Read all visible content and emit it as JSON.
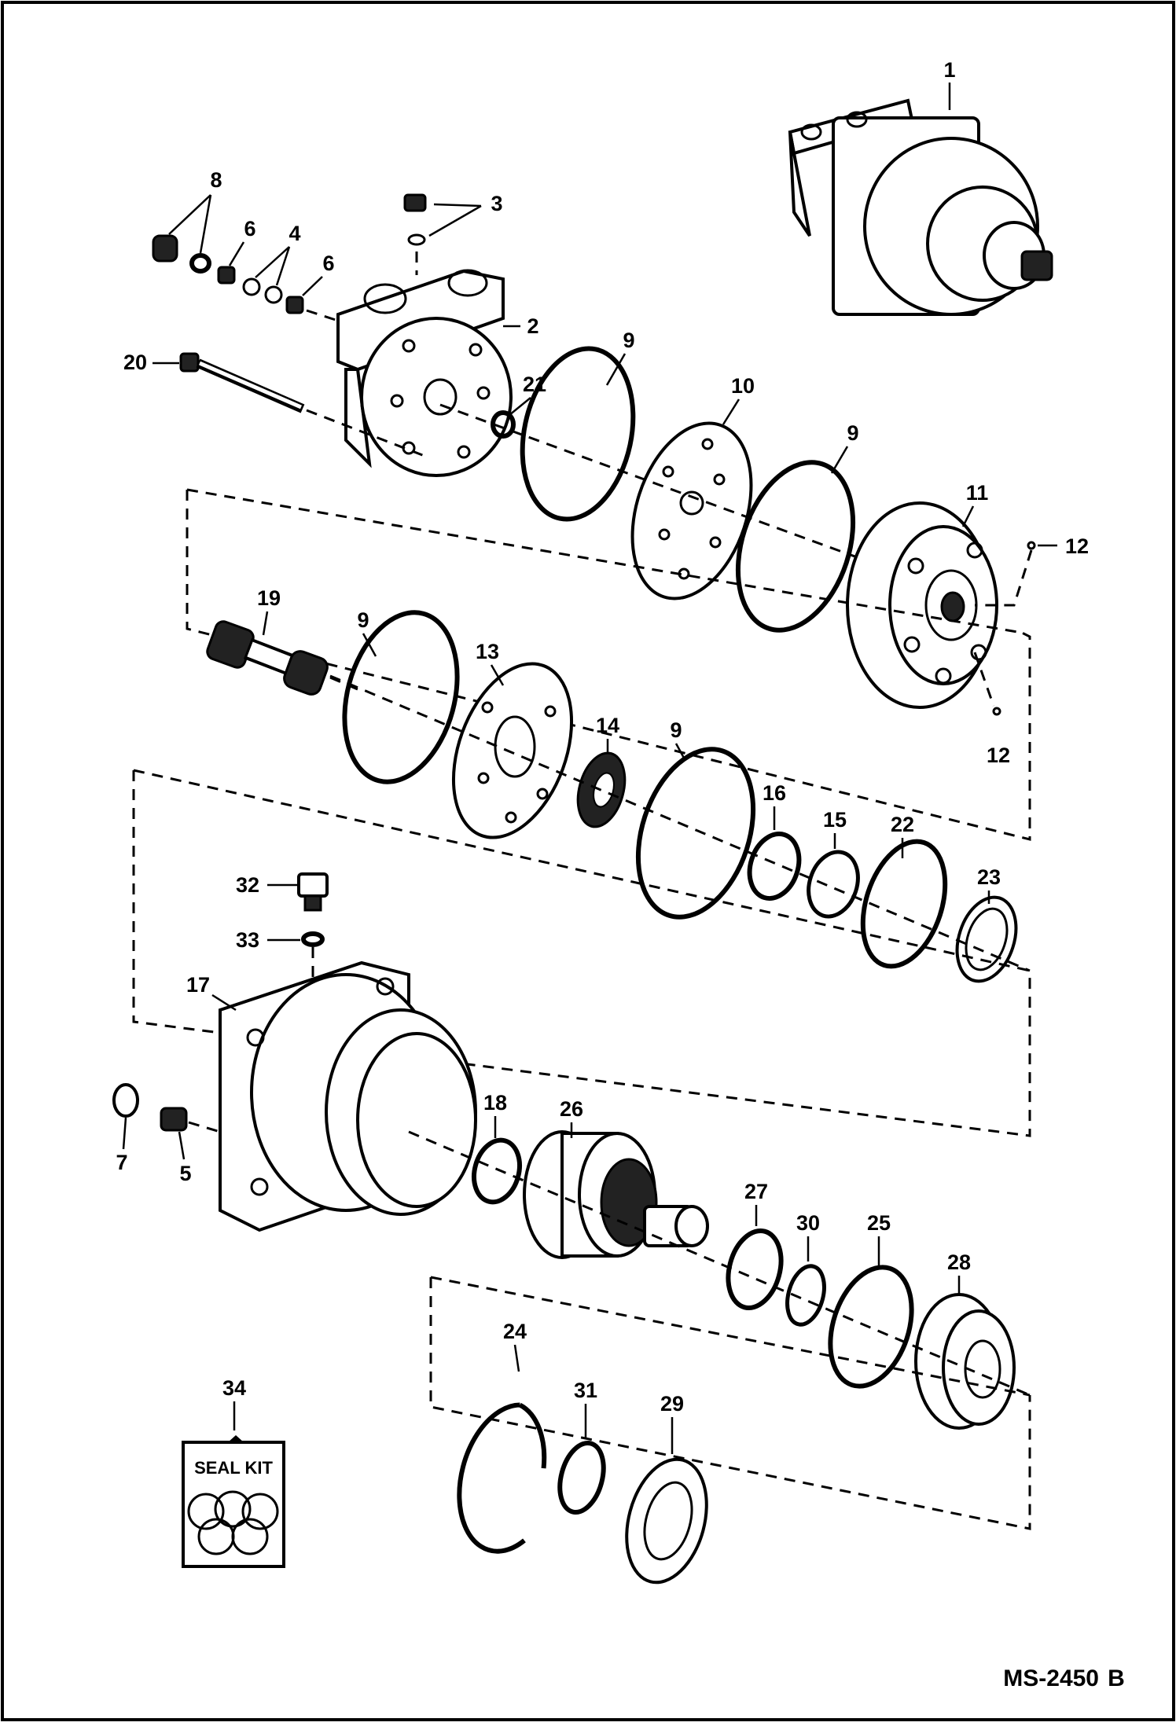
{
  "diagram": {
    "drawing_code": "MS-2450",
    "drawing_revision": "B",
    "seal_kit_label": "SEAL KIT",
    "callouts": {
      "c1": "1",
      "c2": "2",
      "c3": "3",
      "c4": "4",
      "c5": "5",
      "c6a": "6",
      "c6b": "6",
      "c7": "7",
      "c8": "8",
      "c9a": "9",
      "c9b": "9",
      "c9c": "9",
      "c9d": "9",
      "c10": "10",
      "c11": "11",
      "c12a": "12",
      "c12b": "12",
      "c13": "13",
      "c14": "14",
      "c15": "15",
      "c16": "16",
      "c17": "17",
      "c18": "18",
      "c19": "19",
      "c20": "20",
      "c21": "21",
      "c22": "22",
      "c23": "23",
      "c24": "24",
      "c25": "25",
      "c26": "26",
      "c27": "27",
      "c28": "28",
      "c29": "29",
      "c30": "30",
      "c31": "31",
      "c32": "32",
      "c33": "33",
      "c34": "34"
    }
  }
}
